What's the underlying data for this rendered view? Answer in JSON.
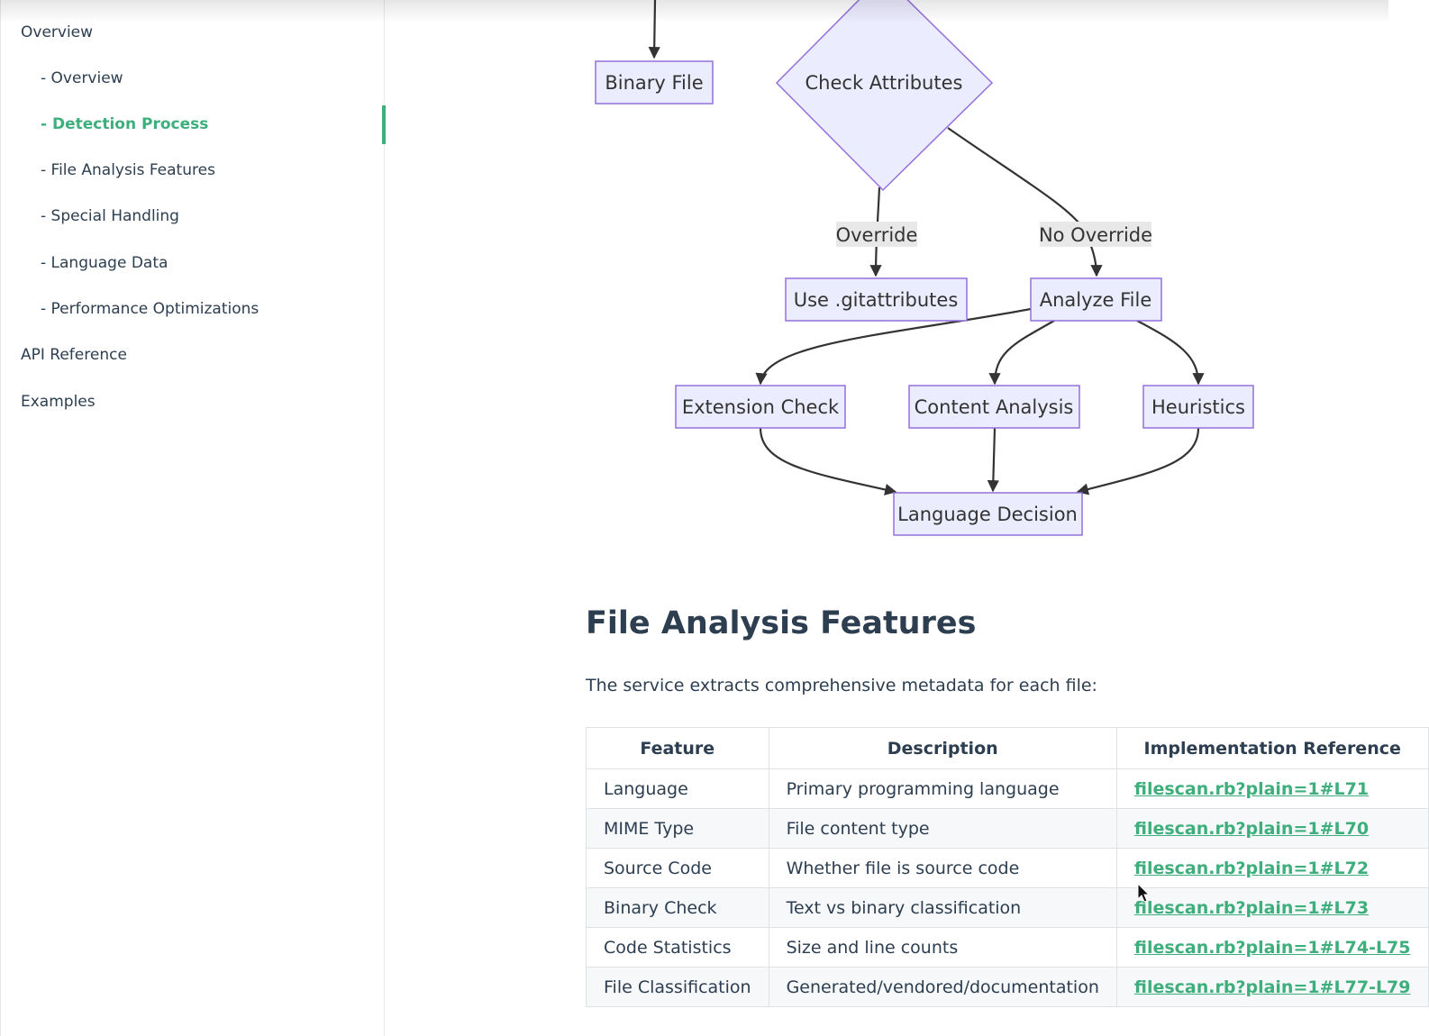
{
  "sidebar": {
    "items": [
      {
        "label": "Overview",
        "level": "top"
      },
      {
        "label": "- Overview",
        "level": "sub"
      },
      {
        "label": "- Detection Process",
        "level": "sub",
        "active": true
      },
      {
        "label": "- File Analysis Features",
        "level": "sub"
      },
      {
        "label": "- Special Handling",
        "level": "sub"
      },
      {
        "label": "- Language Data",
        "level": "sub"
      },
      {
        "label": "- Performance Optimizations",
        "level": "sub"
      },
      {
        "label": "API Reference",
        "level": "top"
      },
      {
        "label": "Examples",
        "level": "top"
      }
    ]
  },
  "diagram": {
    "nodes": {
      "binary_file": "Binary File",
      "check_attributes": "Check Attributes",
      "use_gitattributes": "Use .gitattributes",
      "analyze_file": "Analyze File",
      "extension_check": "Extension Check",
      "content_analysis": "Content Analysis",
      "heuristics": "Heuristics",
      "language_decision": "Language Decision"
    },
    "edge_labels": {
      "override": "Override",
      "no_override": "No Override"
    }
  },
  "section": {
    "title": "File Analysis Features",
    "intro": "The service extracts comprehensive metadata for each file:"
  },
  "table": {
    "headers": [
      "Feature",
      "Description",
      "Implementation Reference"
    ],
    "rows": [
      [
        "Language",
        "Primary programming language",
        "filescan.rb?plain=1#L71"
      ],
      [
        "MIME Type",
        "File content type",
        "filescan.rb?plain=1#L70"
      ],
      [
        "Source Code",
        "Whether file is source code",
        "filescan.rb?plain=1#L72"
      ],
      [
        "Binary Check",
        "Text vs binary classification",
        "filescan.rb?plain=1#L73"
      ],
      [
        "Code Statistics",
        "Size and line counts",
        "filescan.rb?plain=1#L74-L75"
      ],
      [
        "File Classification",
        "Generated/vendored/documentation",
        "filescan.rb?plain=1#L77-L79"
      ]
    ]
  },
  "colors": {
    "accent": "#3eaf7c",
    "node_fill": "#ececff",
    "node_stroke": "#9370db",
    "text": "#2c3e50"
  }
}
